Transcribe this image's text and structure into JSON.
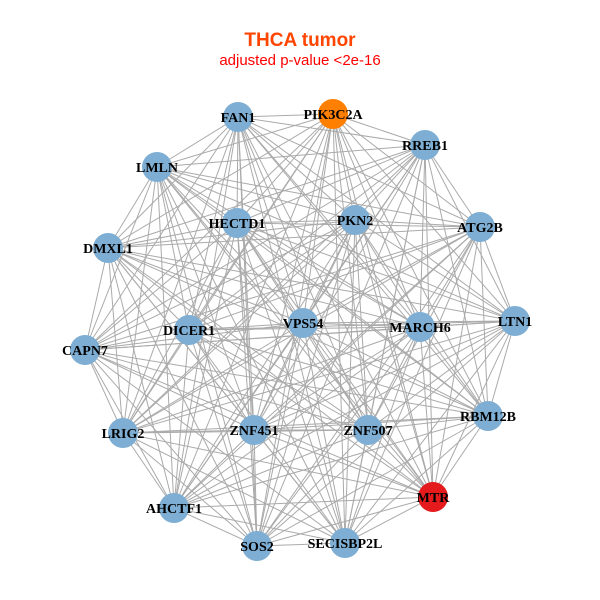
{
  "title": "THCA tumor",
  "subtitle": "adjusted p-value <2e-16",
  "colors": {
    "default_node": "#7eaed3",
    "edge": "#aaaaaa"
  },
  "network": {
    "nodes": [
      {
        "name": "FAN1",
        "color": "#7eaed3"
      },
      {
        "name": "PIK3C2A",
        "color": "#ff7f00"
      },
      {
        "name": "RREB1",
        "color": "#7eaed3"
      },
      {
        "name": "LMLN",
        "color": "#7eaed3"
      },
      {
        "name": "HECTD1",
        "color": "#7eaed3"
      },
      {
        "name": "PKN2",
        "color": "#7eaed3"
      },
      {
        "name": "ATG2B",
        "color": "#7eaed3"
      },
      {
        "name": "DMXL1",
        "color": "#7eaed3"
      },
      {
        "name": "DICER1",
        "color": "#7eaed3"
      },
      {
        "name": "VPS54",
        "color": "#7eaed3"
      },
      {
        "name": "MARCH6",
        "color": "#7eaed3"
      },
      {
        "name": "LTN1",
        "color": "#7eaed3"
      },
      {
        "name": "CAPN7",
        "color": "#7eaed3"
      },
      {
        "name": "LRIG2",
        "color": "#7eaed3"
      },
      {
        "name": "ZNF451",
        "color": "#7eaed3"
      },
      {
        "name": "ZNF507",
        "color": "#7eaed3"
      },
      {
        "name": "RBM12B",
        "color": "#7eaed3"
      },
      {
        "name": "AHCTF1",
        "color": "#7eaed3"
      },
      {
        "name": "MTR",
        "color": "#e41a1c"
      },
      {
        "name": "SOS2",
        "color": "#7eaed3"
      },
      {
        "name": "SECISBP2L",
        "color": "#7eaed3"
      }
    ]
  }
}
